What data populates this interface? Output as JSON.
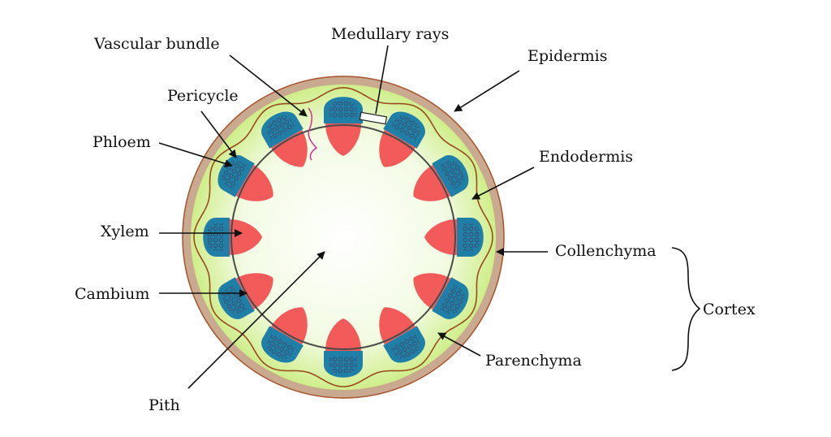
{
  "labels": {
    "vascular_bundle": "Vascular bundle",
    "medullary_rays": "Medullary rays",
    "epidermis": "Epidermis",
    "pericycle": "Pericycle",
    "phloem": "Phloem",
    "endodermis": "Endodermis",
    "xylem": "Xylem",
    "collenchyma": "Collenchyma",
    "cortex": "Cortex",
    "cambium": "Cambium",
    "parenchyma": "Parenchyma",
    "pith": "Pith"
  },
  "colors": {
    "epidermis": "#c9a98f",
    "epidermis_edge": "#a8532c",
    "cortex_green": "#cfee8a",
    "cortex_light": "#eefbd6",
    "endodermis_line": "#9a4a20",
    "phloem": "#1f7fa6",
    "phloem_dots": "#3b4d70",
    "xylem": "#f35a5a",
    "pericycle_ring": "#4a4a4a",
    "pith": "#ffffff",
    "brace": "#d0308f"
  },
  "vascular_bundle_count": 12
}
